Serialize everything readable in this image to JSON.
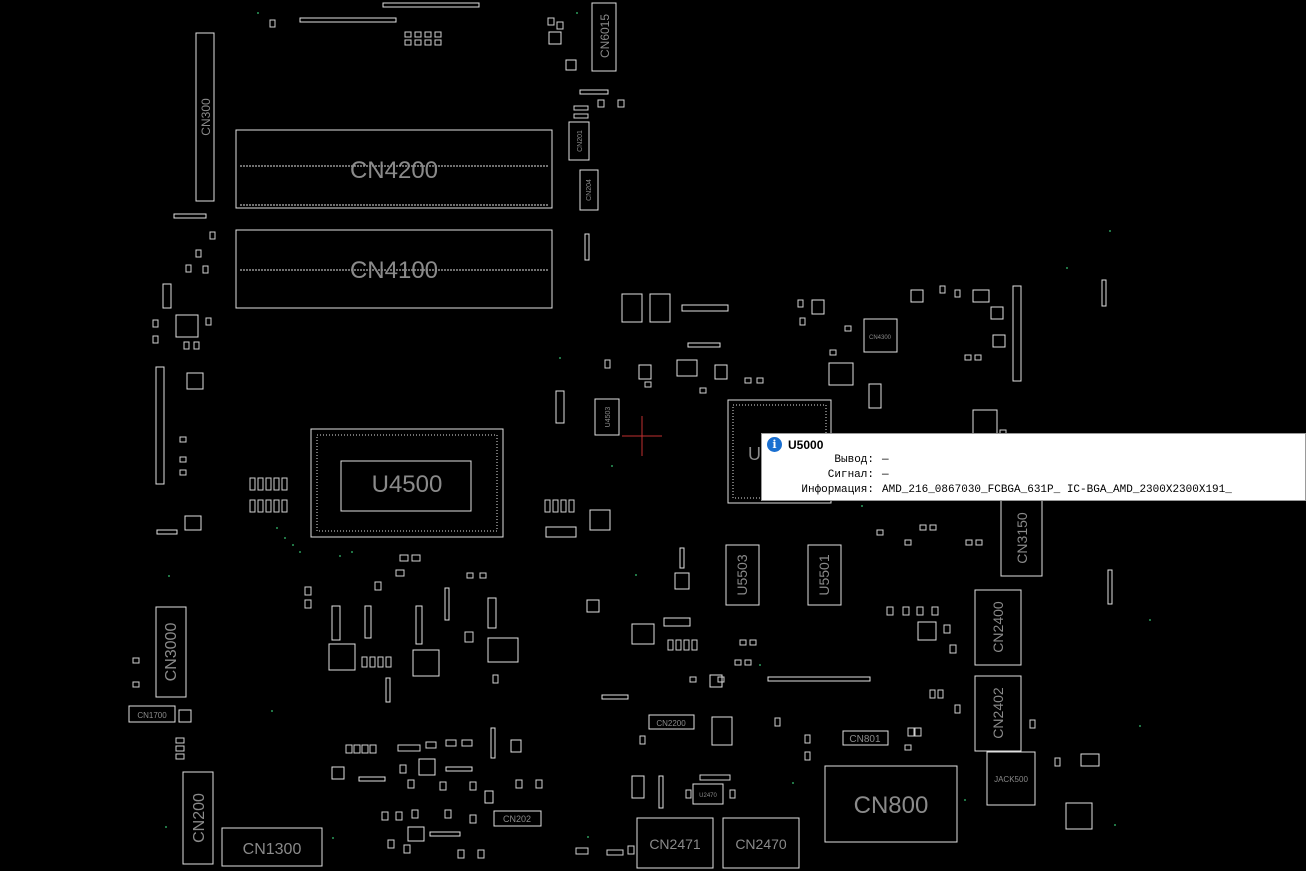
{
  "components": {
    "cn4200": "CN4200",
    "cn4100": "CN4100",
    "u4500": "U4500",
    "cn300": "CN300",
    "cn6015": "CN6015",
    "cn3000": "CN3000",
    "cn200": "CN200",
    "cn1300": "CN1300",
    "cn800": "CN800",
    "cn2471": "CN2471",
    "cn2470": "CN2470",
    "cn2400": "CN2400",
    "cn2402": "CN2402",
    "cn3150": "CN3150",
    "u5503": "U5503",
    "u5501": "U5501",
    "u4503": "U4503",
    "cn1700": "CN1700",
    "cn2200": "CN2200",
    "cn801": "CN801",
    "cn202": "CN202",
    "jack500": "JACK500",
    "cn4300": "CN4300",
    "cn201": "CN201",
    "cn204": "CN204",
    "u2470": "U2470"
  },
  "tooltip": {
    "title": "U5000",
    "rows": [
      {
        "key": "Вывод:",
        "value": "—"
      },
      {
        "key": "Сигнал:",
        "value": "—"
      },
      {
        "key": "Информация:",
        "value": "AMD_216_0867030_FCBGA_631P_ IC-BGA_AMD_2300X2300X191_"
      }
    ]
  },
  "colors": {
    "background": "#000000",
    "outline": "#e0e0e0",
    "label": "#8a8a8a",
    "cursor": "#c03030",
    "info_icon": "#1a6fd0"
  }
}
